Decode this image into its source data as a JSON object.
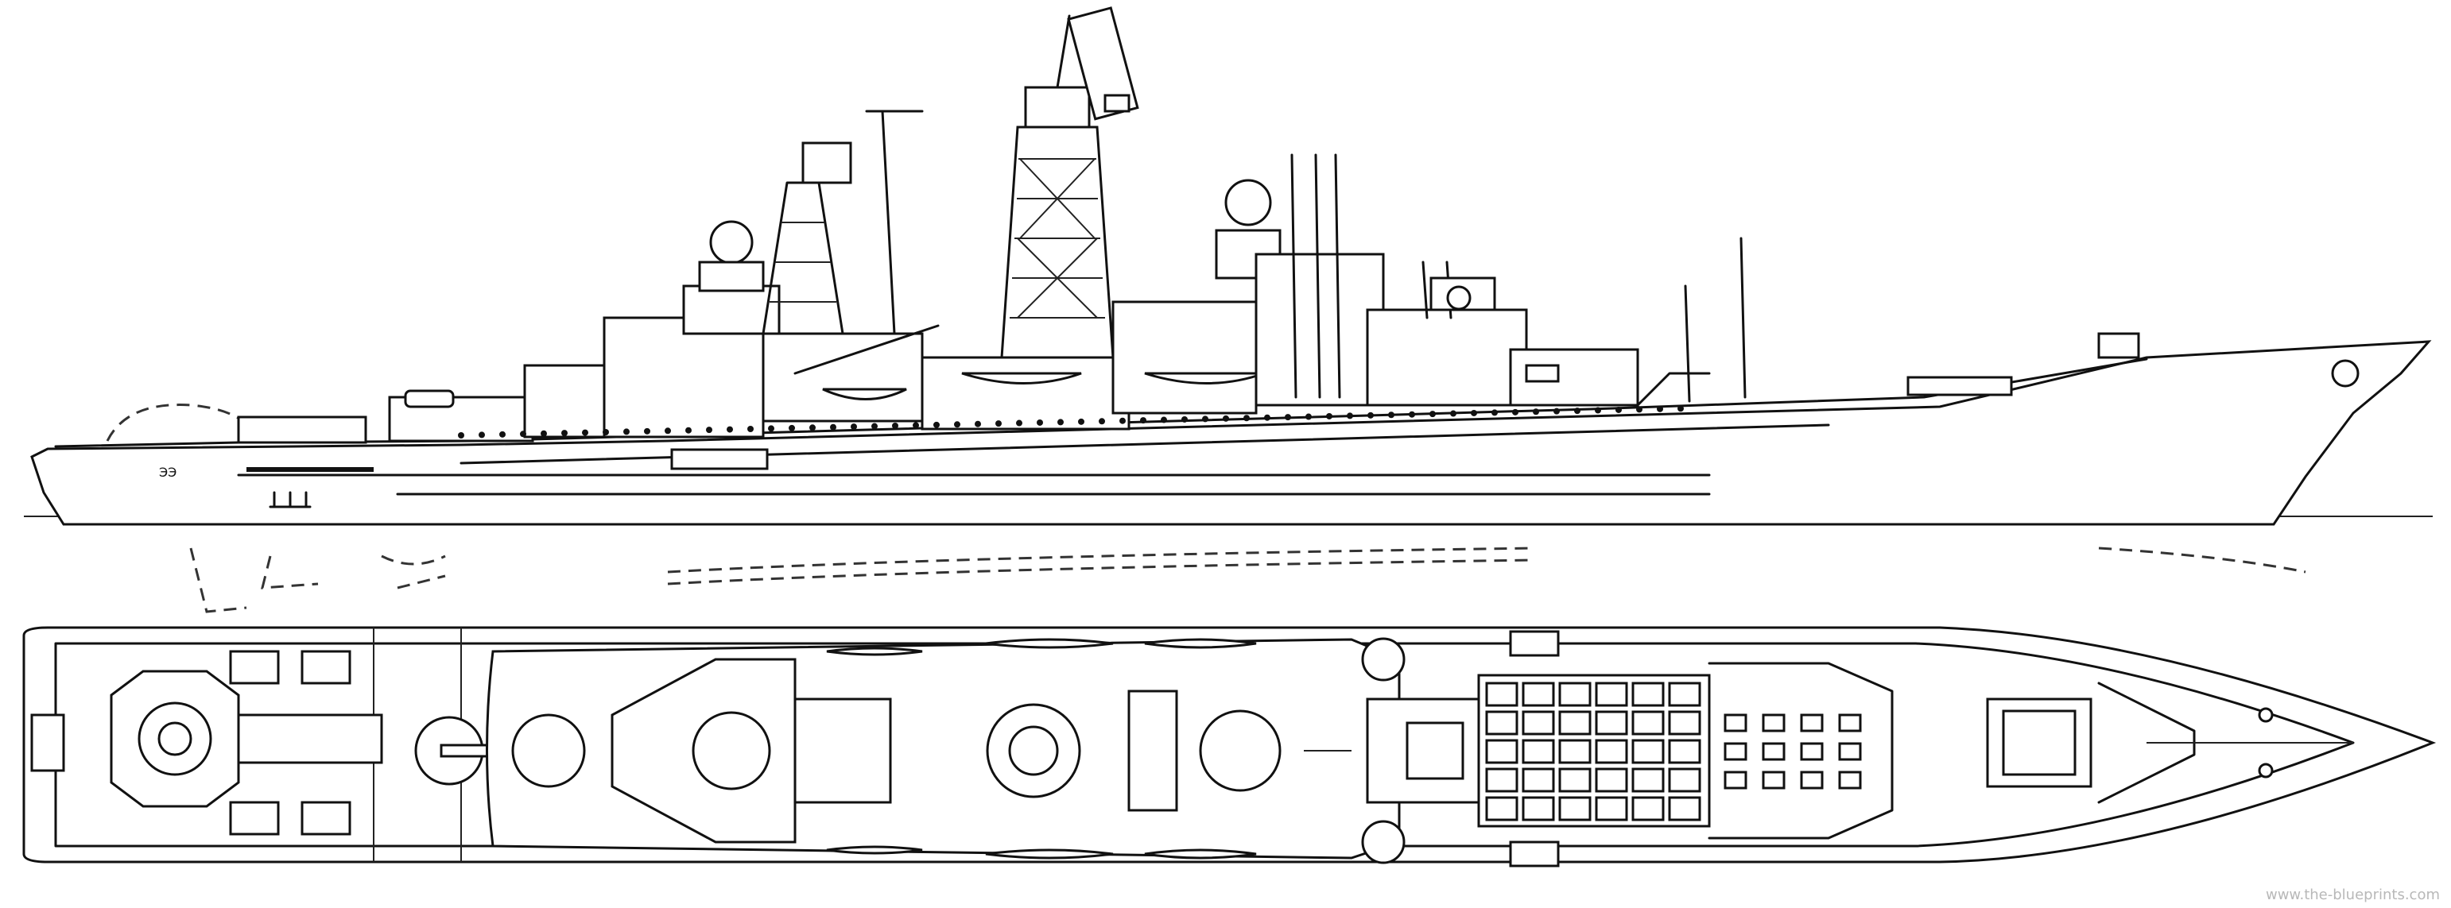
{
  "watermark": "www.the-blueprints.com",
  "views": [
    {
      "id": "side-profile"
    },
    {
      "id": "top-plan"
    }
  ]
}
